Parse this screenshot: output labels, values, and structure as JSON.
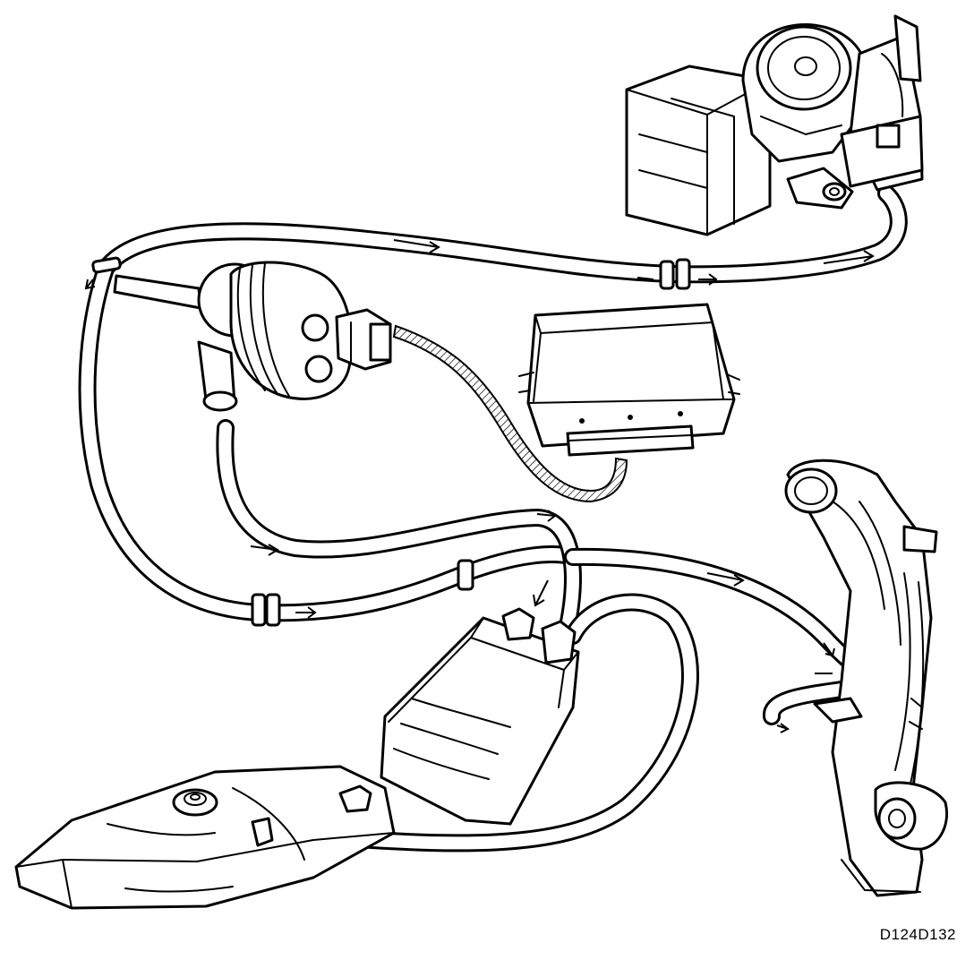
{
  "diagram": {
    "reference_code": "D124D132",
    "components": [
      {
        "id": "throttle-body",
        "icon": "throttle-body-icon"
      },
      {
        "id": "purge-solenoid-valve",
        "icon": "solenoid-valve-icon"
      },
      {
        "id": "engine-control-module",
        "icon": "ecu-icon"
      },
      {
        "id": "charcoal-canister",
        "icon": "canister-icon"
      },
      {
        "id": "fuel-tank",
        "icon": "fuel-tank-icon"
      },
      {
        "id": "filler-neck",
        "icon": "filler-neck-icon"
      }
    ],
    "stroke_color": "#000000",
    "background_color": "#ffffff"
  }
}
